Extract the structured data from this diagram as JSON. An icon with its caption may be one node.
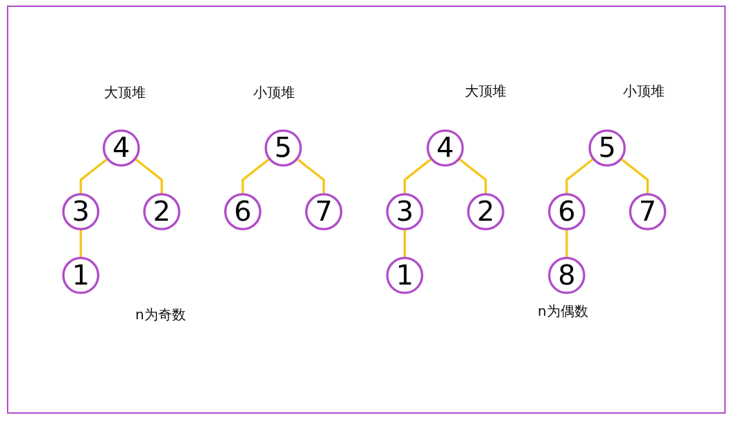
{
  "diagram": {
    "nodes": [
      {
        "text": [
          "4"
        ]
      },
      {
        "text": [
          "3"
        ]
      },
      {
        "text": [
          "2"
        ]
      },
      {
        "text": [
          "1"
        ]
      },
      {
        "text": [
          "5"
        ]
      },
      {
        "text": [
          "6"
        ]
      },
      {
        "text": [
          "7"
        ]
      },
      {
        "text": [
          "4"
        ]
      },
      {
        "text": [
          "3"
        ]
      },
      {
        "text": [
          "2"
        ]
      },
      {
        "text": [
          "1"
        ]
      },
      {
        "text": [
          "5"
        ]
      },
      {
        "text": [
          "6"
        ]
      },
      {
        "text": [
          "7"
        ]
      },
      {
        "text": [
          "8"
        ]
      }
    ],
    "edges": [
      {
        "from": 0,
        "to": 1,
        "arrow": "none"
      },
      {
        "from": 0,
        "to": 2,
        "arrow": "none"
      },
      {
        "from": 1,
        "to": 3,
        "arrow": "none"
      },
      {
        "from": 4,
        "to": 5,
        "arrow": "none"
      },
      {
        "from": 4,
        "to": 6,
        "arrow": "none"
      },
      {
        "from": 7,
        "to": 8,
        "arrow": "none"
      },
      {
        "from": 7,
        "to": 9,
        "arrow": "none"
      },
      {
        "from": 8,
        "to": 10,
        "arrow": "none"
      },
      {
        "from": 11,
        "to": 12,
        "arrow": "none"
      },
      {
        "from": 11,
        "to": 13,
        "arrow": "none"
      },
      {
        "from": 12,
        "to": 14,
        "arrow": "none"
      }
    ],
    "labels": [
      "大顶堆",
      "小顶堆",
      "大顶堆",
      "小顶堆",
      "n为奇数",
      "n为偶数"
    ]
  }
}
